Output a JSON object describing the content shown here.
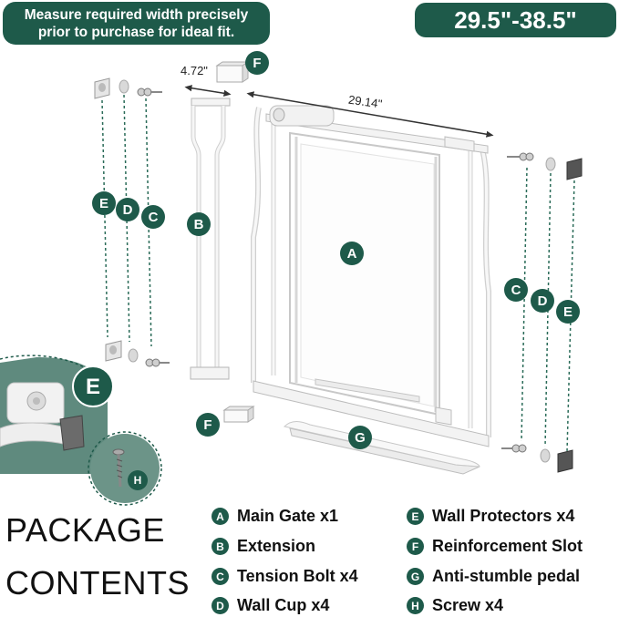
{
  "banner": {
    "line1": "Measure required width precisely",
    "line2": "prior to purchase for ideal fit.",
    "size_range": "29.5\"-38.5\""
  },
  "dimensions": {
    "extension_width": "4.72\"",
    "gate_width": "29.14\""
  },
  "callout_letters": {
    "A": "A",
    "B": "B",
    "C": "C",
    "D": "D",
    "E": "E",
    "F": "F",
    "G": "G",
    "H": "H"
  },
  "heading": {
    "line1": "PACKAGE",
    "line2": "CONTENTS"
  },
  "legend": [
    {
      "letter": "A",
      "label": "Main Gate x1"
    },
    {
      "letter": "B",
      "label": "Extension"
    },
    {
      "letter": "C",
      "label": "Tension Bolt x4"
    },
    {
      "letter": "D",
      "label": "Wall Cup x4"
    },
    {
      "letter": "E",
      "label": "Wall Protectors x4"
    },
    {
      "letter": "F",
      "label": "Reinforcement Slot"
    },
    {
      "letter": "G",
      "label": "Anti-stumble pedal"
    },
    {
      "letter": "H",
      "label": "Screw x4"
    }
  ],
  "colors": {
    "brand_green": "#1e5a4a",
    "inset_background": "#5f8a7e"
  }
}
